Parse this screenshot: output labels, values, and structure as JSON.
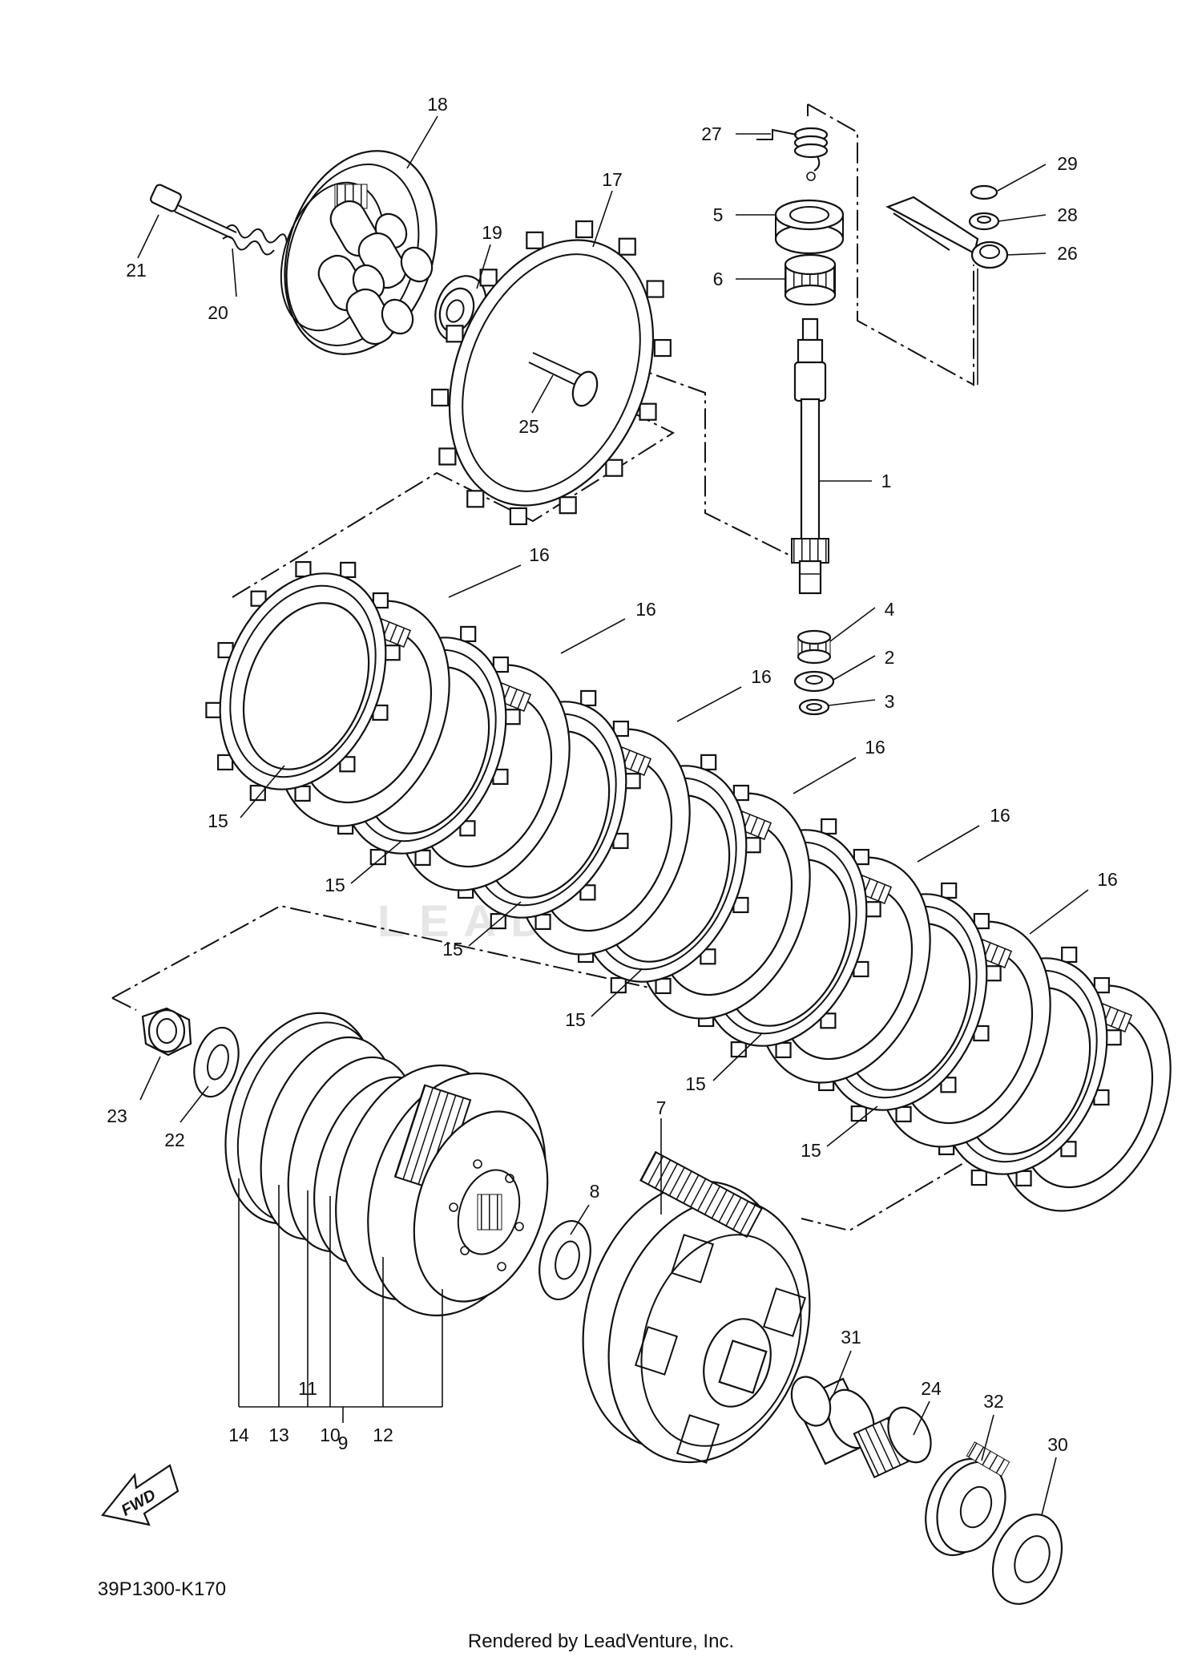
{
  "diagram_code": "39P1300-K170",
  "footer": "Rendered by LeadVenture, Inc.",
  "watermark": "LEADVENTURE",
  "fwd_label": "FWD",
  "callouts": [
    "1",
    "2",
    "3",
    "4",
    "5",
    "6",
    "7",
    "8",
    "9",
    "10",
    "11",
    "12",
    "13",
    "14",
    "15",
    "16",
    "17",
    "18",
    "19",
    "20",
    "21",
    "22",
    "23",
    "24",
    "25",
    "26",
    "27",
    "28",
    "29",
    "30",
    "31",
    "32"
  ],
  "colors": {
    "ink": "#111111",
    "background": "#ffffff"
  }
}
